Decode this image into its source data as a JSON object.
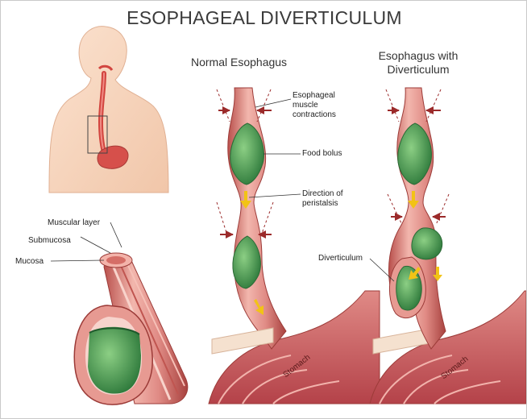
{
  "title": "ESOPHAGEAL DIVERTICULUM",
  "panels": {
    "normal_heading": "Normal Esophagus",
    "diverticulum_heading_line1": "Esophagus with",
    "diverticulum_heading_line2": "Diverticulum"
  },
  "labels": {
    "contractions_line1": "Esophageal",
    "contractions_line2": "muscle",
    "contractions_line3": "contractions",
    "food_bolus": "Food bolus",
    "direction_line1": "Direction of",
    "direction_line2": "peristalsis",
    "diverticulum": "Diverticulum",
    "stomach_normal": "Stomach",
    "stomach_divert": "Stomach",
    "muscular_layer": "Muscular layer",
    "submucosa": "Submucosa",
    "mucosa": "Mucosa"
  },
  "colors": {
    "skin": "#f6d5bd",
    "esophagus_wall": "#e59590",
    "esophagus_lining": "#c85a55",
    "bolus": "#5a9a5c",
    "arrow": "#f2c316",
    "contraction_arrow": "#9b2a2a",
    "stomach": "#c8575b"
  }
}
